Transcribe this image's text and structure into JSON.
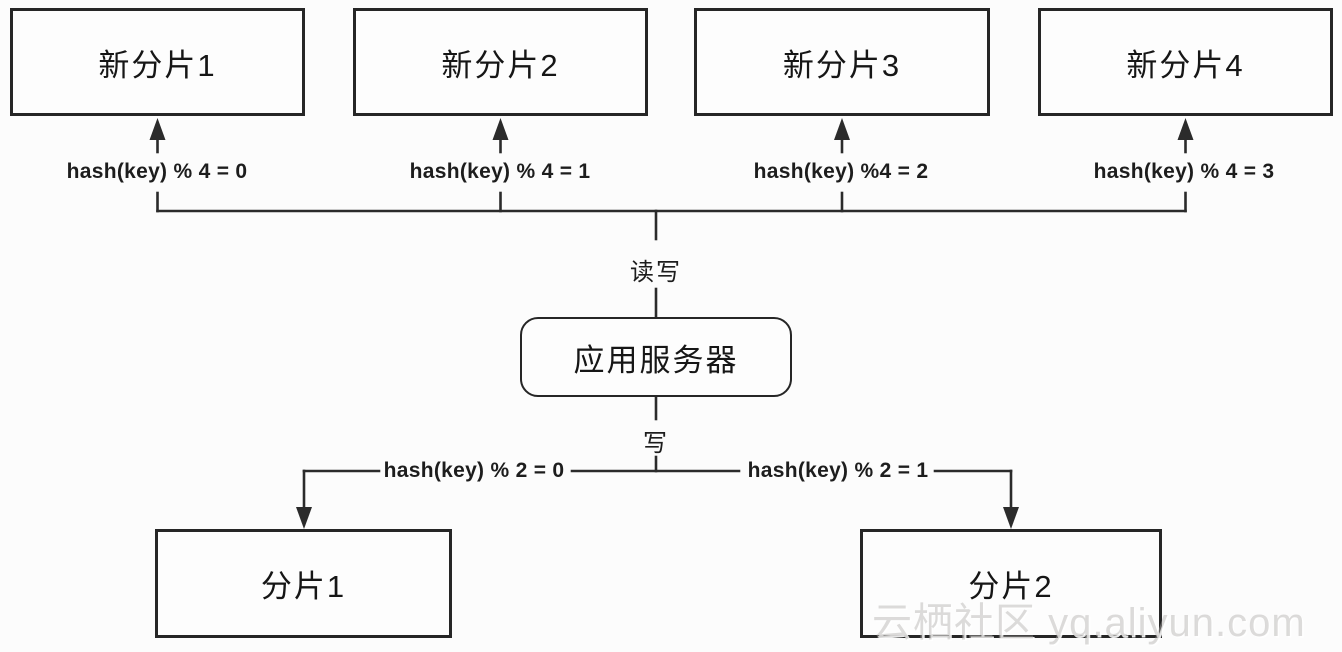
{
  "diagram": {
    "title_semantic": "database-resharding-diagram",
    "top_nodes": [
      {
        "label": "新分片1",
        "hash_label": "hash(key) % 4 = 0"
      },
      {
        "label": "新分片2",
        "hash_label": "hash(key) % 4 = 1"
      },
      {
        "label": "新分片3",
        "hash_label": "hash(key) %4 = 2"
      },
      {
        "label": "新分片4",
        "hash_label": "hash(key) % 4 = 3"
      }
    ],
    "center_node": {
      "label": "应用服务器"
    },
    "edge_labels": {
      "read_write": "读写",
      "write": "写"
    },
    "bottom_nodes": [
      {
        "label": "分片1",
        "hash_label": "hash(key) % 2 = 0"
      },
      {
        "label": "分片2",
        "hash_label": "hash(key) % 2 = 1"
      }
    ],
    "watermark": "云栖社区 yq.aliyun.com",
    "colors": {
      "line": "#2b2b2b",
      "box_border": "#262626",
      "background": "#fcfcfc",
      "text": "#1d1d1d",
      "watermark": "#b2b0ad"
    }
  }
}
